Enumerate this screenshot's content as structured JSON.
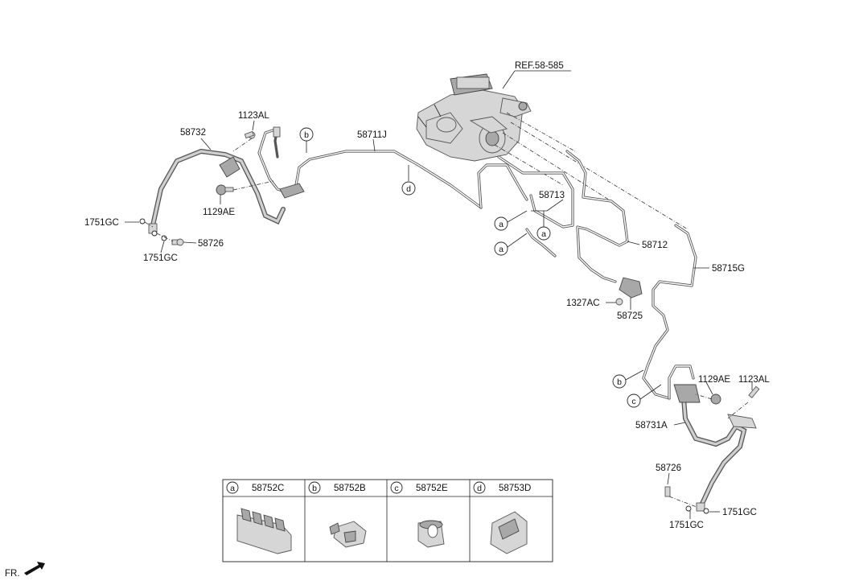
{
  "ref_label": "REF.58-585",
  "parts": {
    "p58732": "58732",
    "p1123AL_left": "1123AL",
    "p1129AE_left": "1129AE",
    "p1751GC_left_top": "1751GC",
    "p1751GC_left_bot": "1751GC",
    "p58726_left": "58726",
    "p58711J": "58711J",
    "p58713": "58713",
    "p58712": "58712",
    "p58715G": "58715G",
    "p1327AC": "1327AC",
    "p58725": "58725",
    "p1129AE_right": "1129AE",
    "p1123AL_right": "1123AL",
    "p58731A": "58731A",
    "p58726_right": "58726",
    "p1751GC_right_a": "1751GC",
    "p1751GC_right_b": "1751GC"
  },
  "callouts": {
    "b_top": "b",
    "d_mid": "d",
    "a_1": "a",
    "a_2": "a",
    "a_3": "a",
    "b_right": "b",
    "c_right": "c"
  },
  "legend": [
    {
      "letter": "a",
      "part": "58752C"
    },
    {
      "letter": "b",
      "part": "58752B"
    },
    {
      "letter": "c",
      "part": "58752E"
    },
    {
      "letter": "d",
      "part": "58753D"
    }
  ],
  "direction_label": "FR."
}
